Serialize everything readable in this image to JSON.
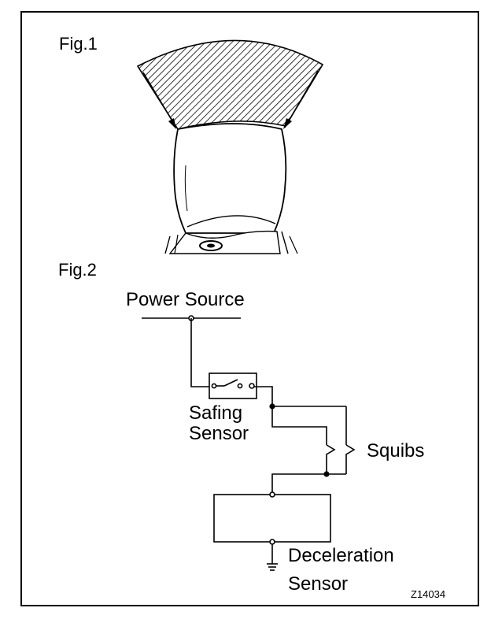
{
  "fig1": {
    "title": "Fig.1"
  },
  "fig2": {
    "title": "Fig.2",
    "power_source": "Power Source",
    "safing_sensor": [
      "Safing",
      "Sensor"
    ],
    "squibs": "Squibs",
    "deceleration_sensor": [
      "Deceleration",
      "Sensor"
    ]
  },
  "code": "Z14034",
  "colors": {
    "ink": "#000000",
    "paper": "#ffffff"
  }
}
